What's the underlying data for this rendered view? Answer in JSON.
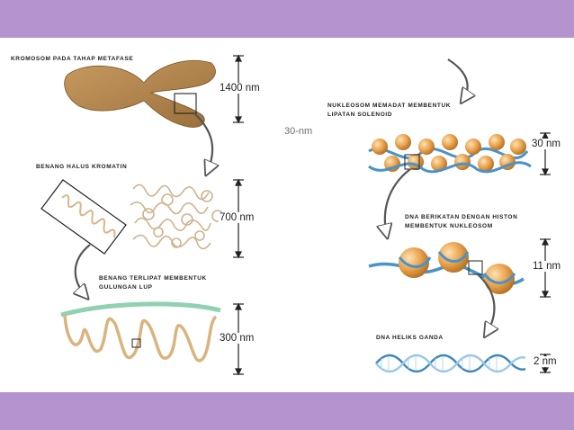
{
  "colors": {
    "frame": "#b493cf",
    "chromosome": "#b58a52",
    "fiber": "#d7b489",
    "histone": "#e8a24a",
    "dna_strand": "#4a93c8",
    "scaffold": "#8fd1b0"
  },
  "labels": {
    "kromosom": "Kromosom pada tahap metafase",
    "benang_halus": "Benang halus kromatin",
    "benang_terlipat_1": "Benang terlipat membentuk",
    "benang_terlipat_2": "gulungan lup",
    "nukleosom_1": "Nukleosom memadat membentuk",
    "nukleosom_2": "lipatan solenoid",
    "dna_histon_1": "DNA berikatan dengan histon",
    "dna_histon_2": "membentuk nukleosom",
    "dna_heliks": "DNA heliks ganda",
    "faint_30nm": "30-nm"
  },
  "measurements": {
    "m1400": "1400 nm",
    "m700": "700 nm",
    "m300": "300 nm",
    "m30": "30 nm",
    "m11": "11 nm",
    "m2": "2 nm"
  }
}
